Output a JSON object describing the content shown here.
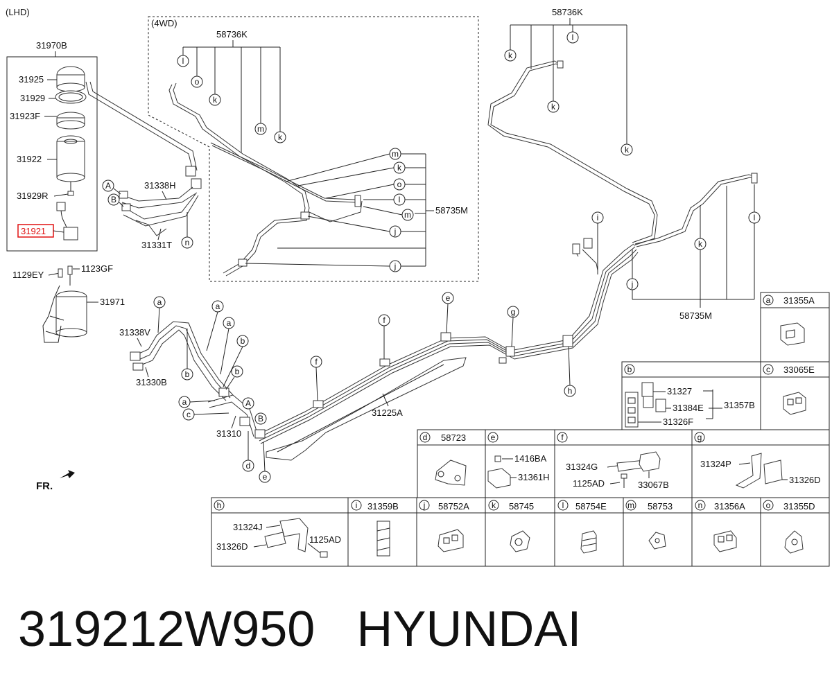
{
  "header": {
    "variant": "(LHD)",
    "sub_variant": "(4WD)"
  },
  "filter_assembly": {
    "assembly": "31970B",
    "parts": [
      "31925",
      "31929",
      "31923F",
      "31922",
      "31929R",
      "31921"
    ],
    "highlighted": "31921",
    "highlight_color": "#e01010"
  },
  "bracket_parts": [
    "1129EY",
    "1123GF",
    "31971"
  ],
  "hoses": [
    "31338H",
    "31331T",
    "31338V",
    "31330B",
    "31310",
    "31225A"
  ],
  "connectors": {
    "A": "A",
    "B": "B"
  },
  "line_groups": {
    "group_a": "58736K",
    "group_b": "58735M"
  },
  "orientation": "FR.",
  "callouts": {
    "a": "a",
    "b": "b",
    "c": "c",
    "d": "d",
    "e": "e",
    "f": "f",
    "g": "g",
    "h": "h",
    "i": "i",
    "j": "j",
    "k": "k",
    "l": "l",
    "m": "m",
    "n": "n",
    "o": "o"
  },
  "detail_boxes": {
    "a": {
      "letter": "a",
      "part": "31355A"
    },
    "b": {
      "letter": "b",
      "parts": [
        "31327",
        "31384E",
        "31357B",
        "31326F"
      ]
    },
    "c": {
      "letter": "c",
      "part": "33065E"
    },
    "d": {
      "letter": "d",
      "part": "58723"
    },
    "e": {
      "letter": "e",
      "parts": [
        "1416BA",
        "31361H"
      ]
    },
    "f": {
      "letter": "f",
      "parts": [
        "31324G",
        "1125AD",
        "33067B"
      ]
    },
    "g": {
      "letter": "g",
      "parts": [
        "31324P",
        "31326D"
      ]
    },
    "h": {
      "letter": "h",
      "parts": [
        "31324J",
        "31326D",
        "1125AD"
      ]
    },
    "i": {
      "letter": "i",
      "part": "31359B"
    },
    "j": {
      "letter": "j",
      "part": "58752A"
    },
    "k": {
      "letter": "k",
      "part": "58745"
    },
    "l": {
      "letter": "l",
      "part": "58754E"
    },
    "m": {
      "letter": "m",
      "part": "58753"
    },
    "n": {
      "letter": "n",
      "part": "31356A"
    },
    "o": {
      "letter": "o",
      "part": "31355D"
    }
  },
  "footer": {
    "part_number": "319212W950",
    "brand": "HYUNDAI"
  }
}
